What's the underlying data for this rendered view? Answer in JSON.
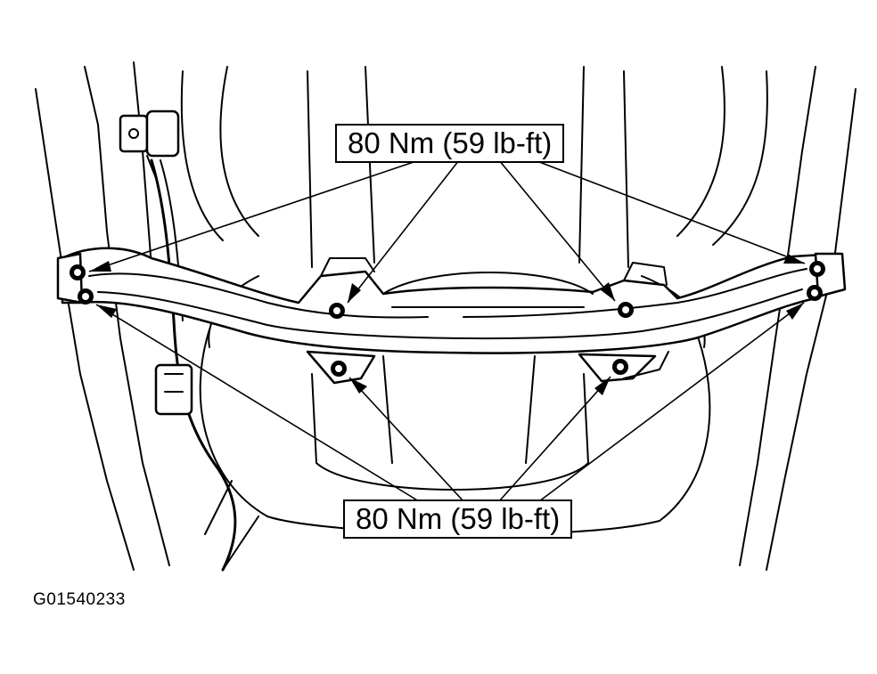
{
  "callouts": {
    "top_torque": "80 Nm (59 lb-ft)",
    "bottom_torque": "80 Nm (59 lb-ft)"
  },
  "figure_id": "G01540233"
}
